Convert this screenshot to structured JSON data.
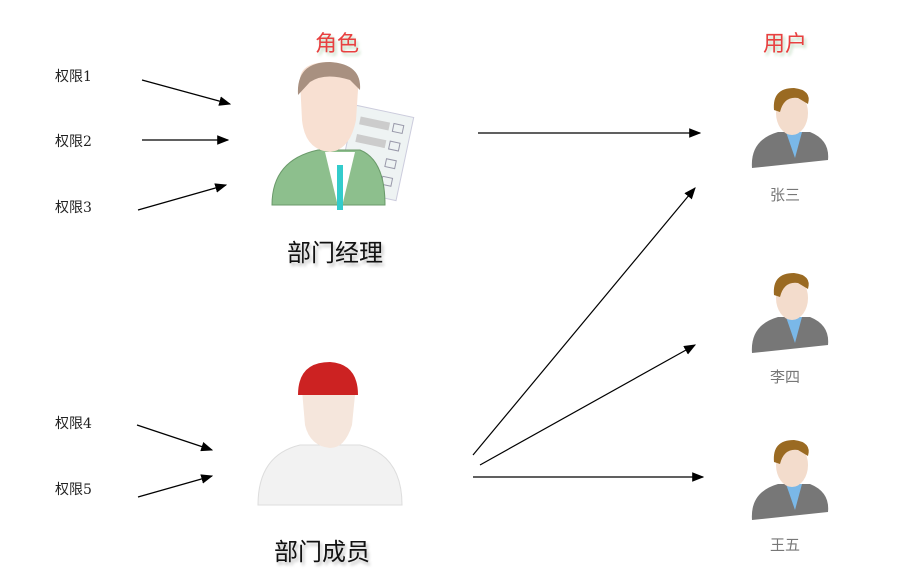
{
  "headers": {
    "roles": "角色",
    "users": "用户"
  },
  "permissions": [
    "权限1",
    "权限2",
    "权限3",
    "权限4",
    "权限5"
  ],
  "roles": [
    {
      "name": "部门经理",
      "permissions": [
        "权限1",
        "权限2",
        "权限3"
      ]
    },
    {
      "name": "部门成员",
      "permissions": [
        "权限4",
        "权限5"
      ]
    }
  ],
  "users": [
    "张三",
    "李四",
    "王五"
  ],
  "assignments": [
    {
      "role": "部门经理",
      "user": "张三"
    },
    {
      "role": "部门成员",
      "user": "张三"
    },
    {
      "role": "部门成员",
      "user": "李四"
    },
    {
      "role": "部门成员",
      "user": "王五"
    }
  ],
  "colors": {
    "header": "#e84040",
    "arrow": "#000000"
  }
}
